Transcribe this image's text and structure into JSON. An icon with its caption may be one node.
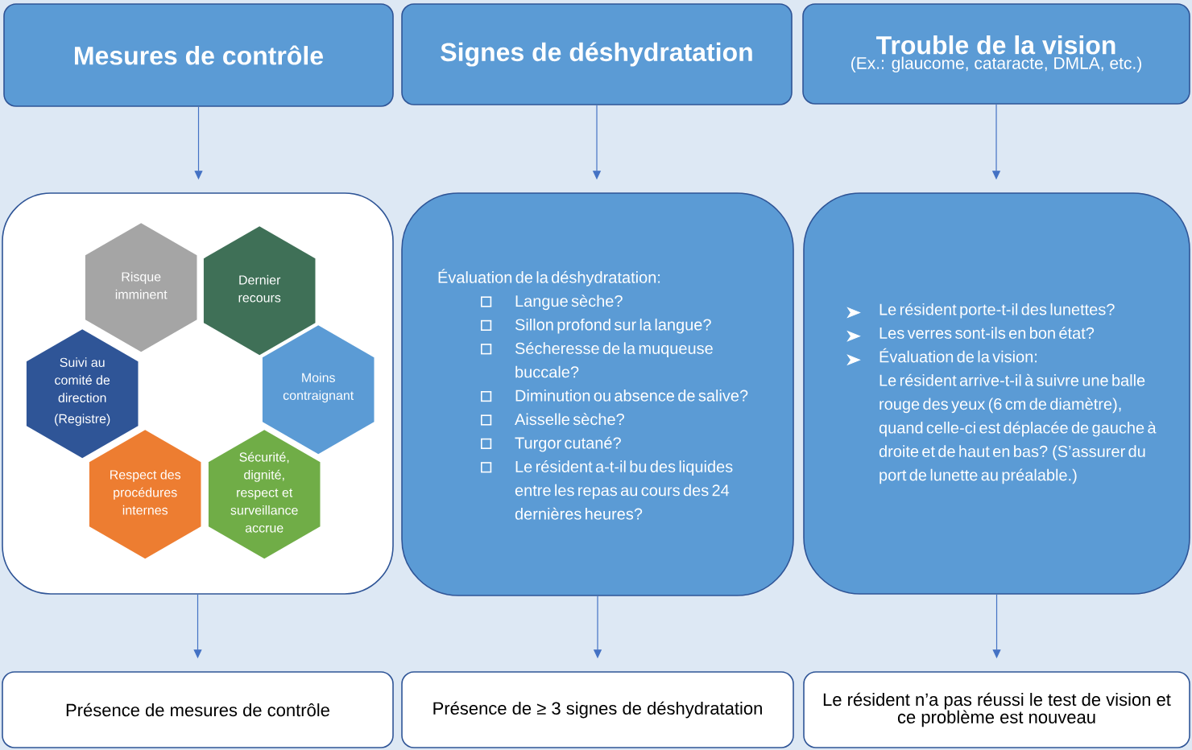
{
  "diagram": {
    "nodes": [
      {
        "text": [
          "Mesures de contrôle"
        ]
      },
      {
        "text": [
          "Signes de déshydratation"
        ]
      },
      {
        "text": [
          "Trouble de la vision",
          "(Ex.: glaucome, cataracte, DMLA, etc.)"
        ]
      },
      {
        "text": [],
        "shape": "box"
      },
      {
        "text": [
          "Risque imminent"
        ],
        "in": 3
      },
      {
        "text": [
          "Dernier recours"
        ],
        "in": 3
      },
      {
        "text": [
          "Suivi au comité de direction",
          "(Registre)"
        ],
        "in": 3
      },
      {
        "text": [
          "Moins contraignant"
        ],
        "in": 3
      },
      {
        "text": [
          "Respect des procédures internes"
        ],
        "in": 3
      },
      {
        "text": [
          "Sécurité, dignité, respect et surveillance accrue"
        ],
        "in": 3
      },
      {
        "text": [
          "Évaluation de la déshydratation:",
          "Langue sèche?",
          "Sillon profond sur la langue?",
          "Sécheresse de la muqueuse buccale?",
          "Diminution ou absence de salive?",
          "Aisselle sèche?",
          "Turgor cutané?",
          "Le résident a-t-il bu des liquides entre les repas au cours des 24 dernières heures?"
        ]
      },
      {
        "text": [
          "Le résident porte-t-il des lunettes?",
          "Les verres sont-ils en bon état?",
          "Évaluation de la vision:",
          "Le résident arrive-t-il à suivre une balle rouge des yeux (6 cm de diamètre), quand celle-ci est déplacée de gauche à droite et de haut en bas? (S’assurer du port de lunette au préalable.)"
        ]
      },
      {
        "text": [
          "Présence de mesures de contrôle"
        ]
      },
      {
        "text": [
          "Présence de ≥ 3 signes de déshydratation"
        ]
      },
      {
        "text": [
          "Le résident n’a pas réussi le test de vision et ce problème est nouveau"
        ]
      }
    ],
    "edges": [
      {
        "from": 0,
        "to": 3,
        "arrow": "to"
      },
      {
        "from": 1,
        "to": 10,
        "arrow": "to"
      },
      {
        "from": 2,
        "to": 11,
        "arrow": "to"
      },
      {
        "from": 3,
        "to": 12,
        "arrow": "to"
      },
      {
        "from": 10,
        "to": 13,
        "arrow": "to"
      },
      {
        "from": 11,
        "to": 14,
        "arrow": "to"
      }
    ]
  }
}
